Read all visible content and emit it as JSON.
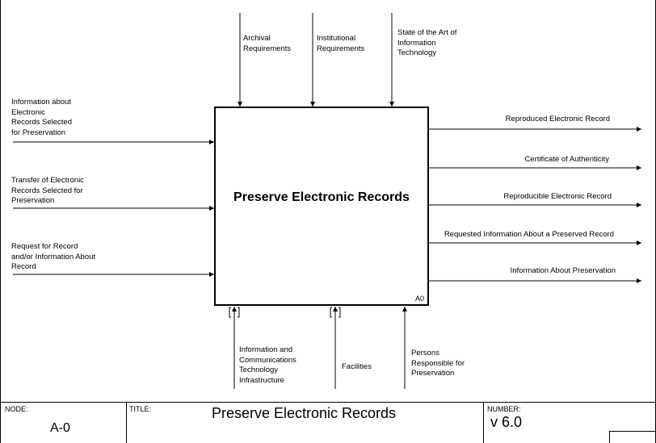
{
  "activity": {
    "title": "Preserve Electronic Records",
    "code": "A0"
  },
  "inputs": [
    {
      "label": "Information about\nElectronic\nRecords Selected\nfor Preservation"
    },
    {
      "label": "Transfer of Electronic\nRecords Selected for\nPreservation"
    },
    {
      "label": "Request for Record\nand/or Information About\nRecord"
    }
  ],
  "controls": [
    {
      "label": "Archival\nRequirements"
    },
    {
      "label": "Institutional\nRequirements"
    },
    {
      "label": "State of the Art of\nInformation\nTechnology"
    }
  ],
  "outputs": [
    {
      "label": "Reproduced Electronic Record"
    },
    {
      "label": "Certificate of Authenticity"
    },
    {
      "label": "Reproducible Electronic Record"
    },
    {
      "label": "Requested Information About a Preserved Record"
    },
    {
      "label": "Information About Preservation"
    }
  ],
  "mechanisms": [
    {
      "label": "Information and\nCommunications\nTechnology\nInfrastructure",
      "tunneled": true
    },
    {
      "label": "Facilities",
      "tunneled": true
    },
    {
      "label": "Persons\nResponsible for\nPreservation",
      "tunneled": false
    }
  ],
  "title_block": {
    "node_label": "NODE:",
    "node_value": "A-0",
    "title_label": "TITLE:",
    "title_value": "Preserve Electronic Records",
    "number_label": "NUMBER:",
    "number_value": "v 6.0"
  }
}
